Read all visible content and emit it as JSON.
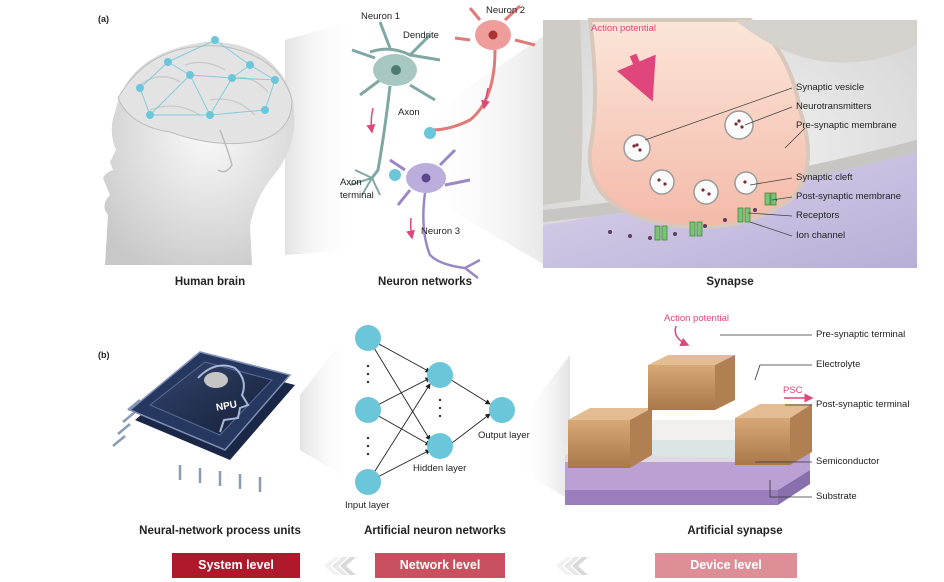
{
  "panel_a": {
    "label": "(a)",
    "captions": {
      "brain": "Human brain",
      "neurons": "Neuron networks",
      "synapse": "Synapse"
    },
    "neuron_labels": {
      "neuron1": "Neuron 1",
      "neuron2": "Neuron 2",
      "neuron3": "Neuron 3",
      "dendrite": "Dendrite",
      "axon": "Axon",
      "axon_terminal_1": "Axon",
      "axon_terminal_2": "terminal"
    },
    "synapse_labels": {
      "action_potential": "Action potential",
      "vesicle": "Synaptic vesicle",
      "neurotransmitters": "Neurotransmitters",
      "pre_membrane": "Pre-synaptic membrane",
      "cleft": "Synaptic cleft",
      "post_membrane": "Post-synaptic membrane",
      "receptors": "Receptors",
      "ion_channel": "Ion channel"
    }
  },
  "panel_b": {
    "label": "(b)",
    "captions": {
      "npu": "Neural-network process units",
      "ann": "Artificial neuron networks",
      "synapse": "Artificial synapse"
    },
    "npu_text": "NPU",
    "ann_labels": {
      "input": "Input layer",
      "hidden": "Hidden layer",
      "output": "Output layer"
    },
    "device_labels": {
      "action_potential": "Action potential",
      "psc": "PSC",
      "pre_terminal": "Pre-synaptic terminal",
      "electrolyte": "Electrolyte",
      "post_terminal": "Post-synaptic terminal",
      "semiconductor": "Semiconductor",
      "substrate": "Substrate"
    }
  },
  "levels": {
    "system": "System level",
    "network": "Network level",
    "device": "Device level"
  },
  "colors": {
    "neuron_node": "#6cc6da",
    "system": "#b0192c",
    "network": "#c9505f",
    "device": "#dd8f98",
    "accent": "#e0457b",
    "neuron1": "#7fa8a4",
    "neuron2": "#e07a78",
    "neuron3": "#9b87c4"
  }
}
